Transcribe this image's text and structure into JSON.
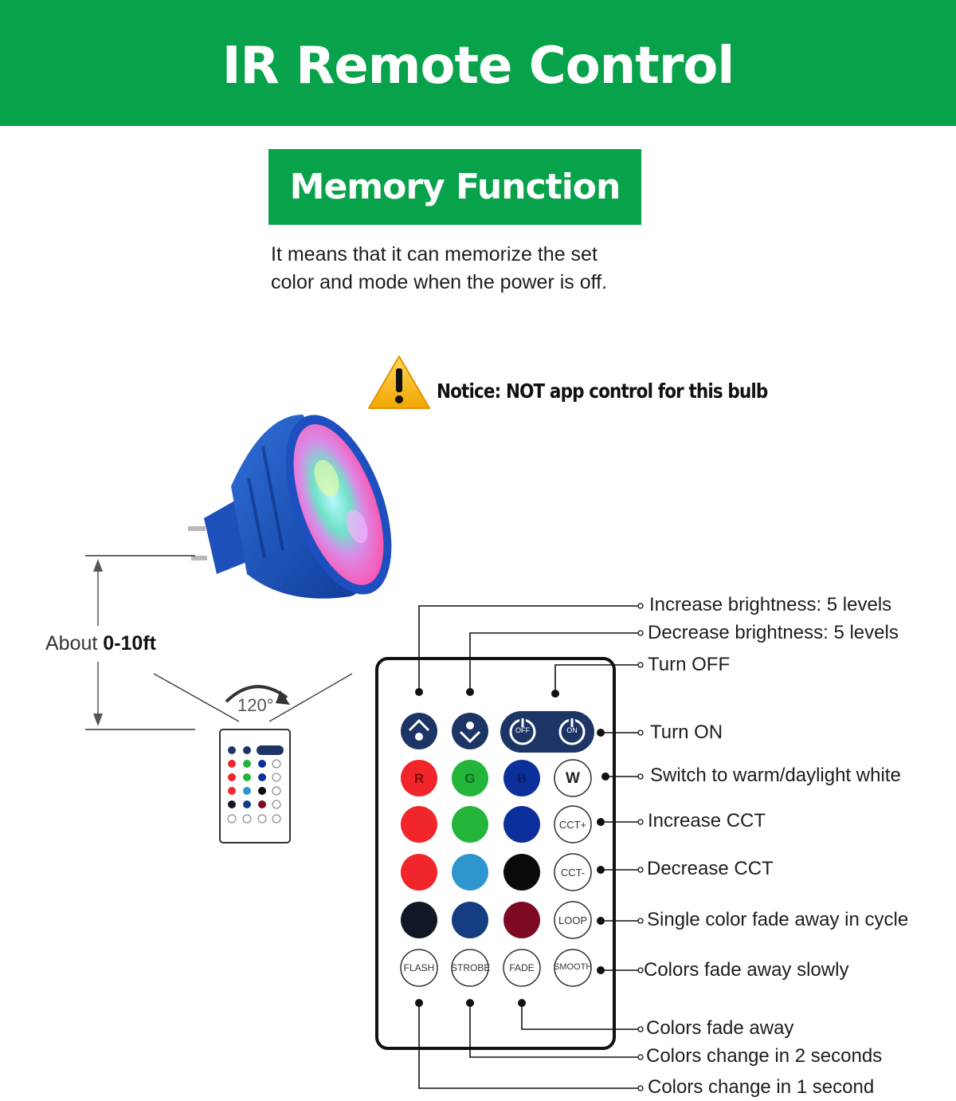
{
  "banner": {
    "title": "IR Remote Control"
  },
  "memory": {
    "title": "Memory Function",
    "description_line1": "It means that it can memorize the set",
    "description_line2": "color and mode when the power is off."
  },
  "notice": {
    "text": "Notice: NOT app control for this bulb",
    "icon": "warning-icon"
  },
  "range": {
    "prefix": "About",
    "value": "0-10ft",
    "angle": "120°"
  },
  "remote_buttons": {
    "off": "OFF",
    "on": "ON",
    "r": "R",
    "g": "G",
    "b": "B",
    "w": "W",
    "cct_plus": "CCT+",
    "cct_minus": "CCT-",
    "loop": "LOOP",
    "flash": "FLASH",
    "strobe": "STROBE",
    "fade": "FADE",
    "smooth": "SMOOTH"
  },
  "colors": {
    "brand_green": "#07a24a",
    "remote_dark": "#1c3566",
    "red": "#f0262a",
    "green": "#22b53a",
    "blue": "#0d2f9c",
    "cyan": "#2f95cf",
    "black": "#0a0a0a",
    "dark_navy": "#121725",
    "navy": "#143d82",
    "maroon": "#7d0a22"
  },
  "labels": {
    "increase_brightness": "Increase brightness:  5 levels",
    "decrease_brightness": "Decrease brightness: 5 levels",
    "turn_off": "Turn OFF",
    "turn_on": "Turn ON",
    "warm_white": "Switch to warm/daylight white",
    "increase_cct": "Increase CCT",
    "decrease_cct": "Decrease CCT",
    "loop": "Single color fade away in cycle",
    "smooth": "Colors fade away slowly",
    "fade": "Colors fade away",
    "strobe": "Colors change in 2 seconds",
    "flash": "Colors change in 1 second"
  }
}
